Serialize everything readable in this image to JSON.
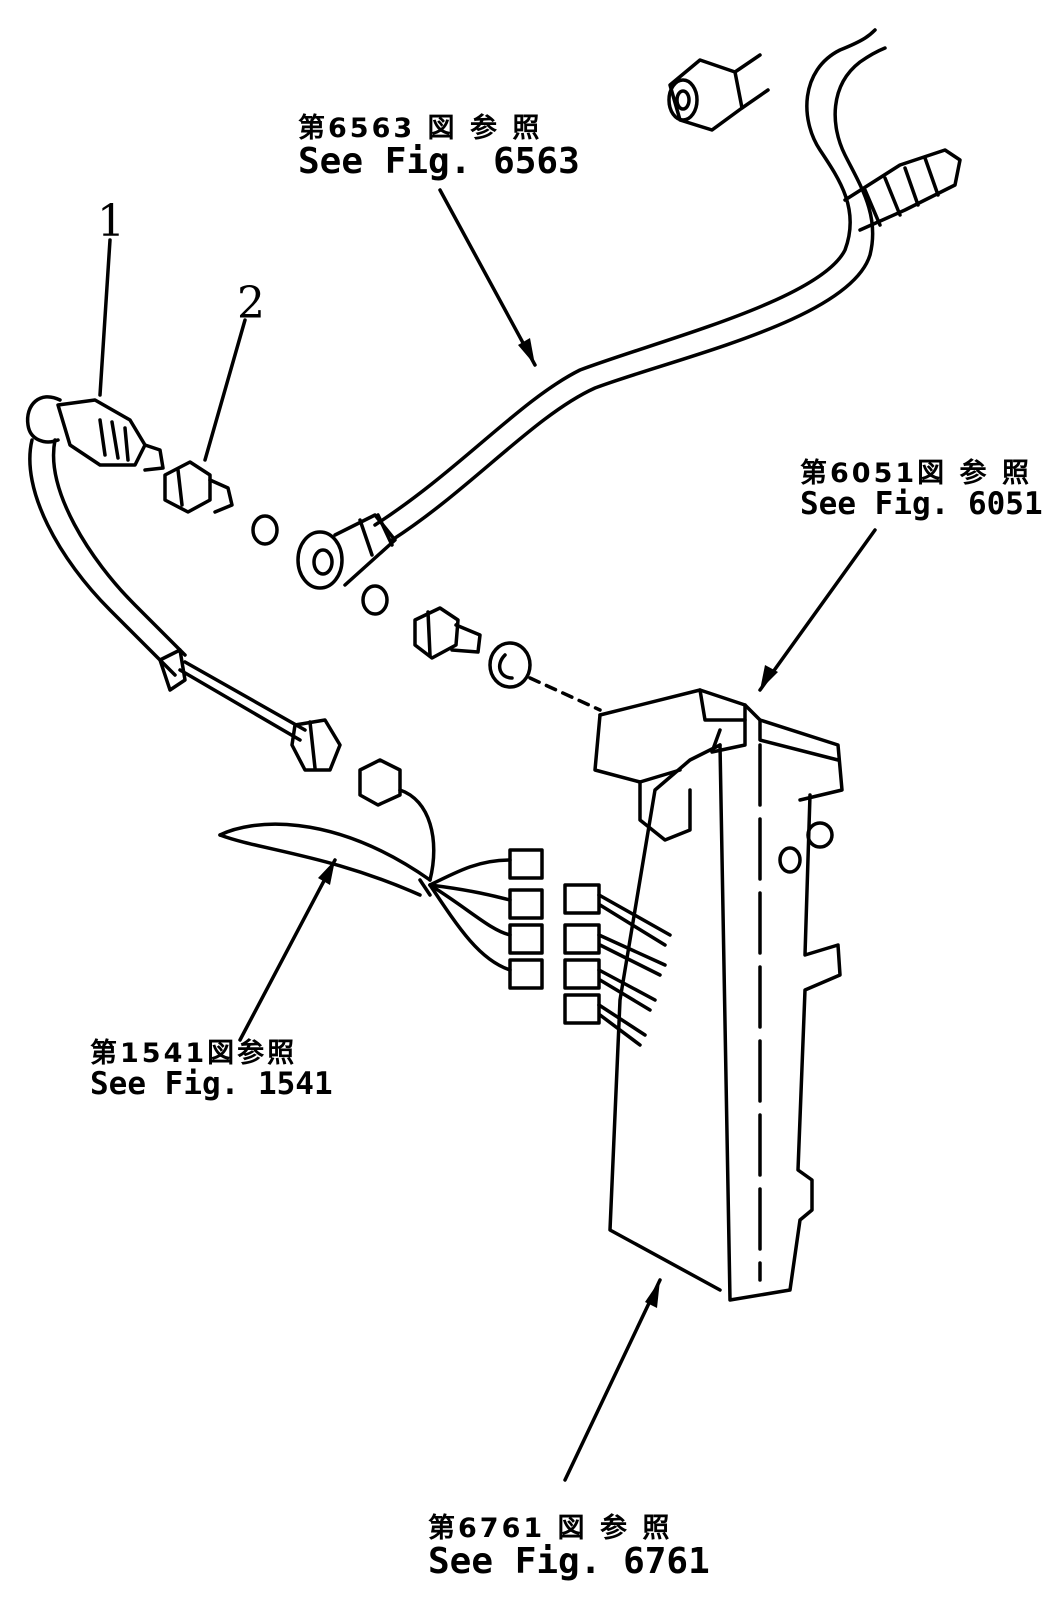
{
  "callouts": {
    "c6563": {
      "jp": "第6563 図 参 照",
      "en": "See Fig. 6563"
    },
    "c6051": {
      "jp": "第6051図 参 照",
      "en": "See  Fig. 6051"
    },
    "c1541": {
      "jp": "第1541図参照",
      "en": "See  Fig. 1541"
    },
    "c6761": {
      "jp": "第6761 図 参 照",
      "en": "See Fig. 6761"
    }
  },
  "parts": {
    "p1": "1",
    "p2": "2"
  },
  "colors": {
    "ink": "#000000",
    "paper": "#ffffff"
  }
}
